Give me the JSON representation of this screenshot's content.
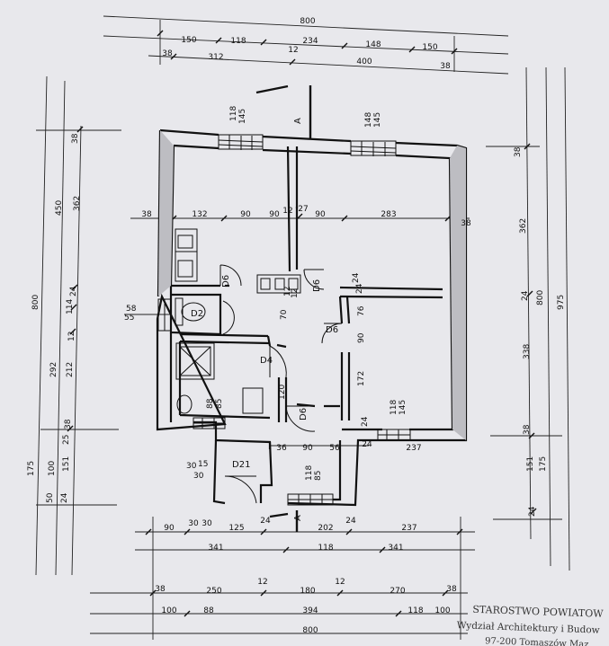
{
  "top_dims": {
    "total": "800",
    "row1": [
      "150",
      "118",
      "234",
      "148",
      "150"
    ],
    "row2": [
      "38",
      "312",
      "12",
      "400",
      "38"
    ]
  },
  "bottom_dims": {
    "row1": [
      "90",
      "30",
      "30",
      "125",
      "24",
      "202",
      "24",
      "237"
    ],
    "row2": [
      "341",
      "118",
      "341"
    ],
    "row3": [
      "38",
      "250",
      "12",
      "180",
      "12",
      "270",
      "38"
    ],
    "row4": [
      "100",
      "88",
      "394",
      "118",
      "100"
    ],
    "total": "800"
  },
  "left_dims": {
    "outer": [
      "800",
      "175"
    ],
    "second": [
      "450",
      "292",
      "100",
      "50"
    ],
    "third": [
      "38",
      "362",
      "24",
      "114",
      "12",
      "212",
      "38",
      "25",
      "151",
      "24"
    ]
  },
  "right_dims": {
    "inner": [
      "38",
      "362",
      "24",
      "338",
      "38",
      "151",
      "24"
    ],
    "middle": [
      "800",
      "175"
    ],
    "outer": [
      "975"
    ]
  },
  "interior_dims": {
    "horizontal": [
      "38",
      "132",
      "90",
      "90",
      "12",
      "27",
      "90",
      "283",
      "38"
    ],
    "lower": [
      "36",
      "90",
      "56",
      "24",
      "237"
    ],
    "window_wc": [
      "58",
      "55"
    ],
    "vestibule": [
      "30",
      "15",
      "30"
    ],
    "misc": [
      "24",
      "24",
      "12",
      "12",
      "70",
      "76",
      "90",
      "172",
      "120",
      "24"
    ]
  },
  "windows": {
    "w1": [
      "118",
      "145"
    ],
    "w2": [
      "148",
      "145"
    ],
    "w3": [
      "118",
      "145"
    ],
    "w4": [
      "88",
      "85"
    ],
    "w5": [
      "118",
      "85"
    ]
  },
  "doors": [
    "D6",
    "D6",
    "D2",
    "D6",
    "D4",
    "D6",
    "D21"
  ],
  "section_marks": [
    "A",
    "A"
  ],
  "stamp": {
    "line1": "STAROSTWO POWIATOW",
    "line2": "Wydział Architektury i Budow",
    "line3": "97-200 Tomaszów Maz"
  }
}
